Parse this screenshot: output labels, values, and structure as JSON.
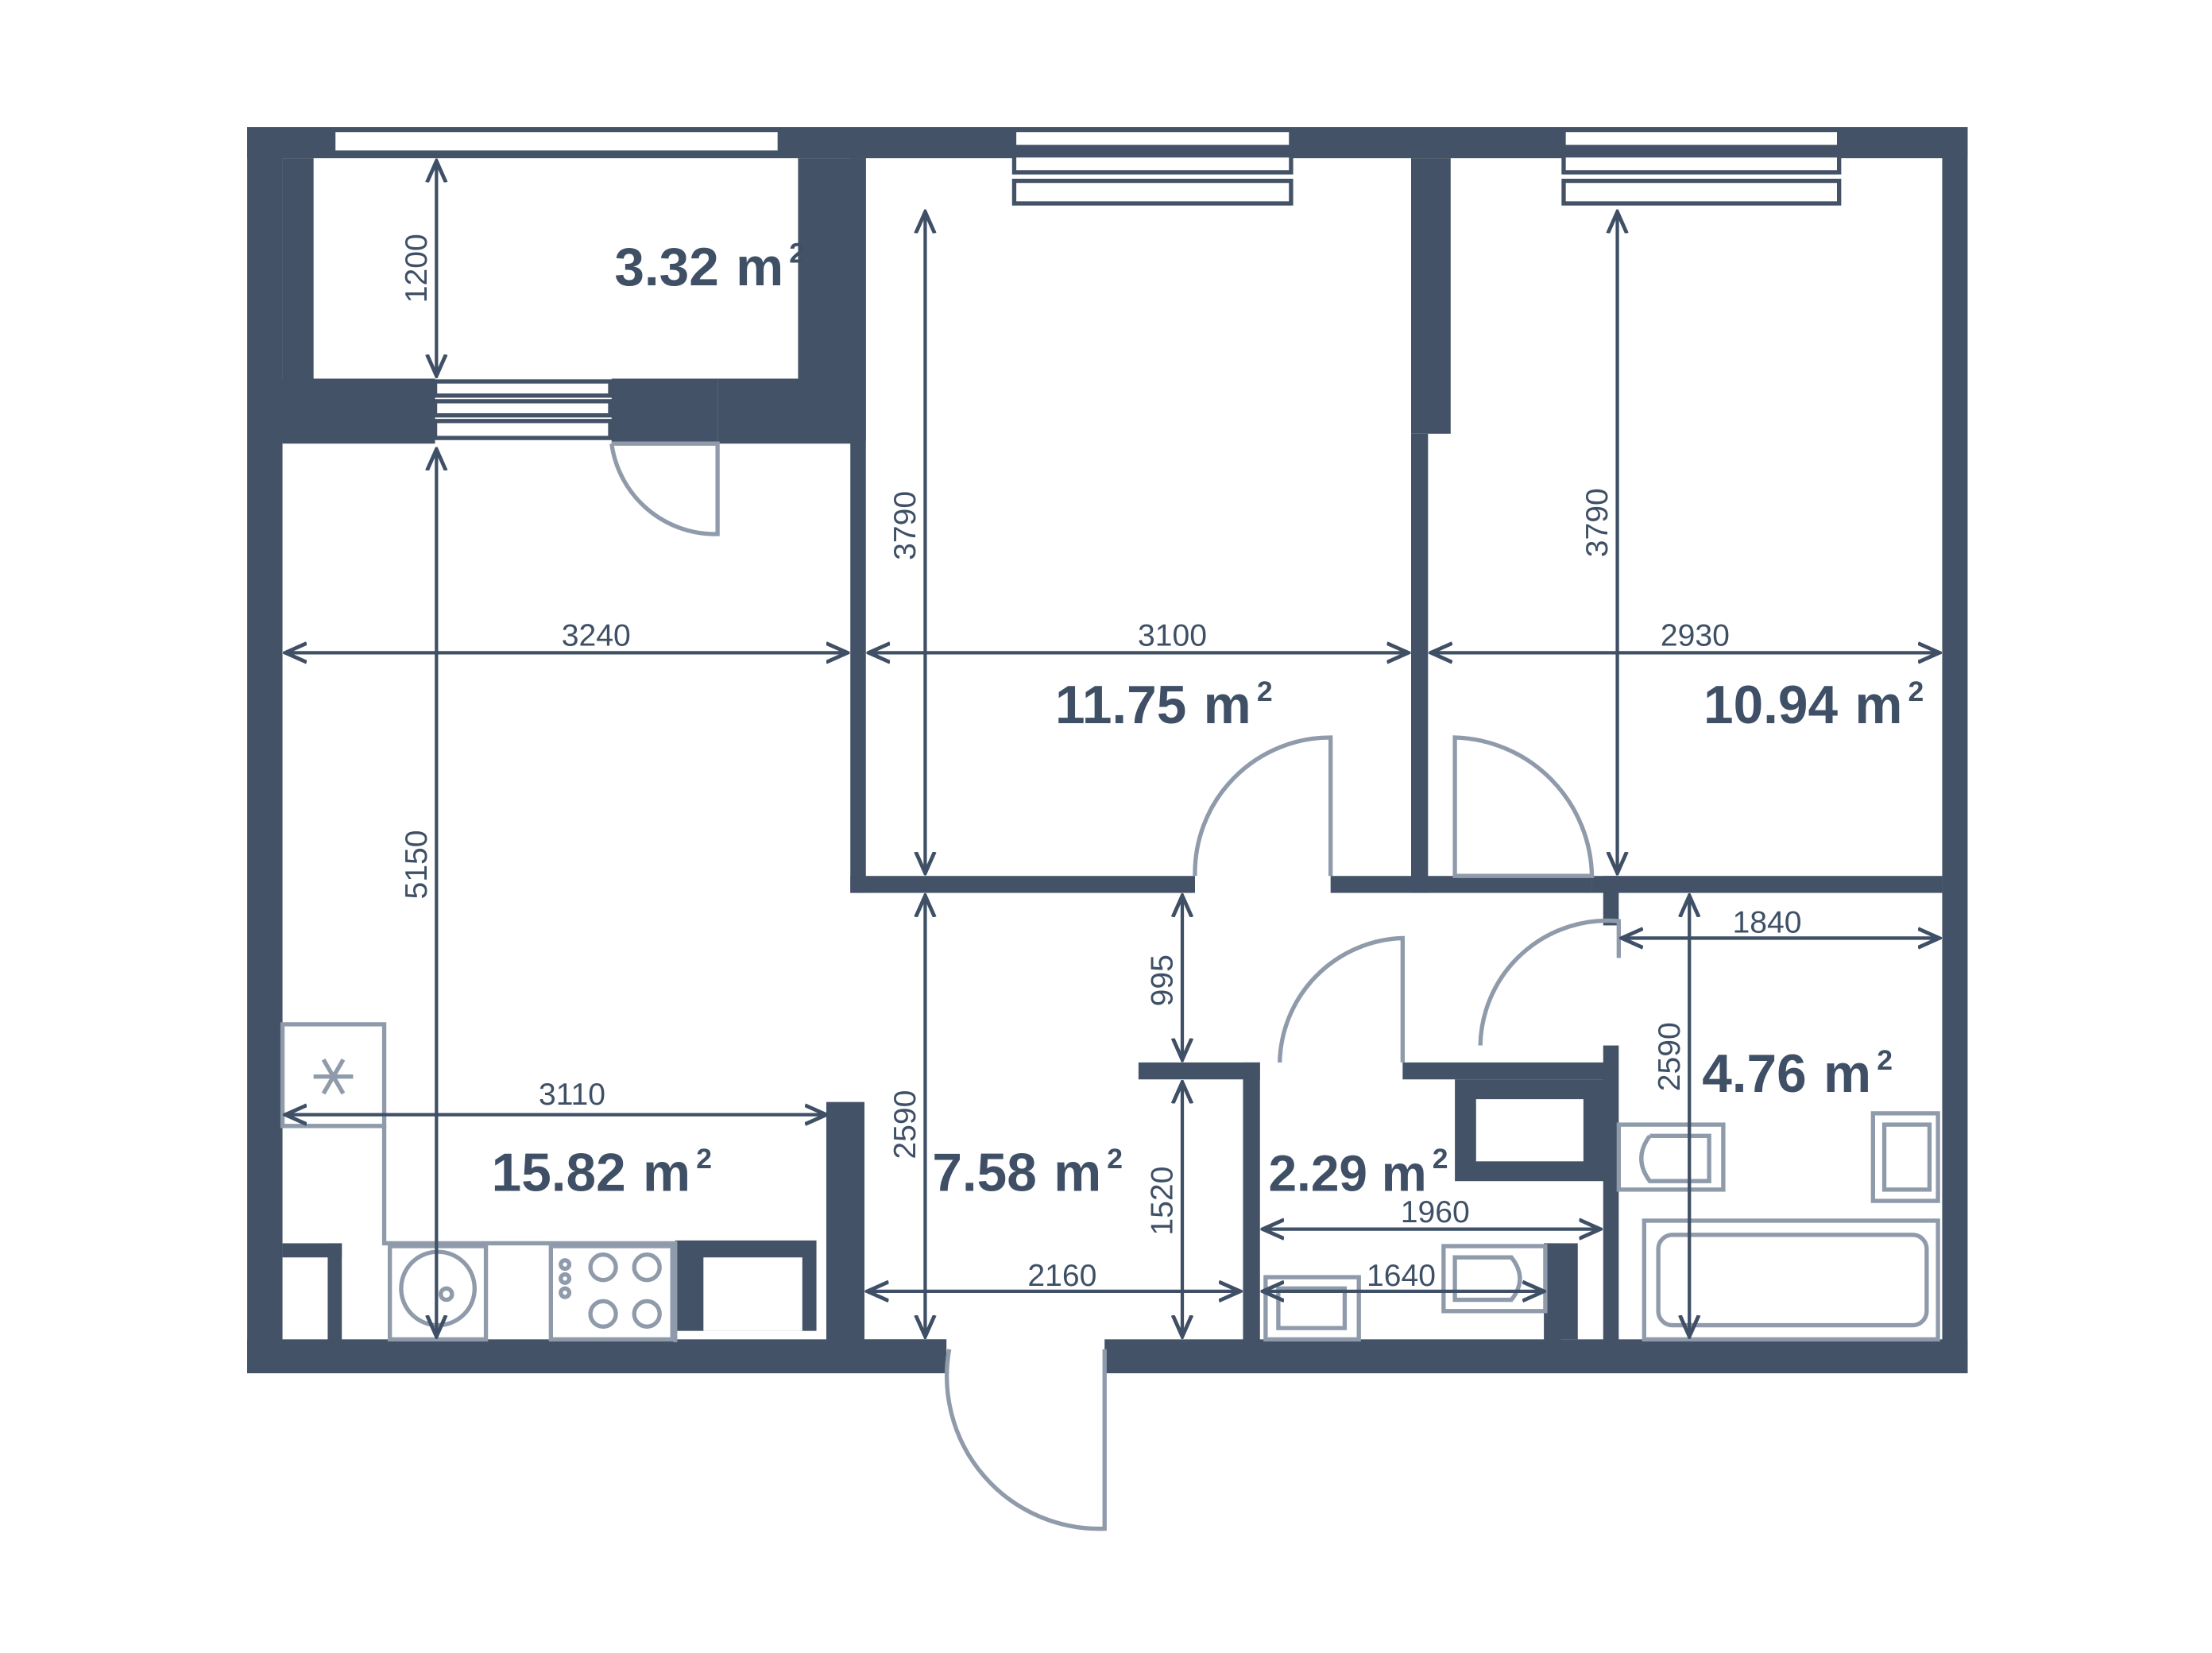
{
  "colors": {
    "wall": "#435266",
    "text": "#3f5066",
    "fixture": "#8f9bab",
    "background": "#ffffff"
  },
  "units": {
    "area_unit": "m",
    "area_power": "2"
  },
  "rooms": {
    "balcony": "3.32",
    "kitchen_living": "15.82",
    "bedroom_1": "11.75",
    "bedroom_2": "10.94",
    "hall": "7.58",
    "toilet": "2.29",
    "bathroom": "4.76"
  },
  "dimensions": {
    "balcony_depth": "1200",
    "kitchen_width": "3240",
    "kitchen_length": "5150",
    "kitchen_counter": "3110",
    "bedroom1_width": "3100",
    "bedroom1_length": "3790",
    "bedroom2_width": "2930",
    "bedroom2_length": "3790",
    "corridor_depth": "995",
    "hall_length": "2590",
    "hall_width": "2160",
    "toilet_length": "1520",
    "toilet_width_outer": "1960",
    "toilet_width_inner": "1640",
    "bath_width": "1840",
    "bath_length": "2590"
  },
  "icons": {
    "freezer": "snowflake-icon"
  }
}
